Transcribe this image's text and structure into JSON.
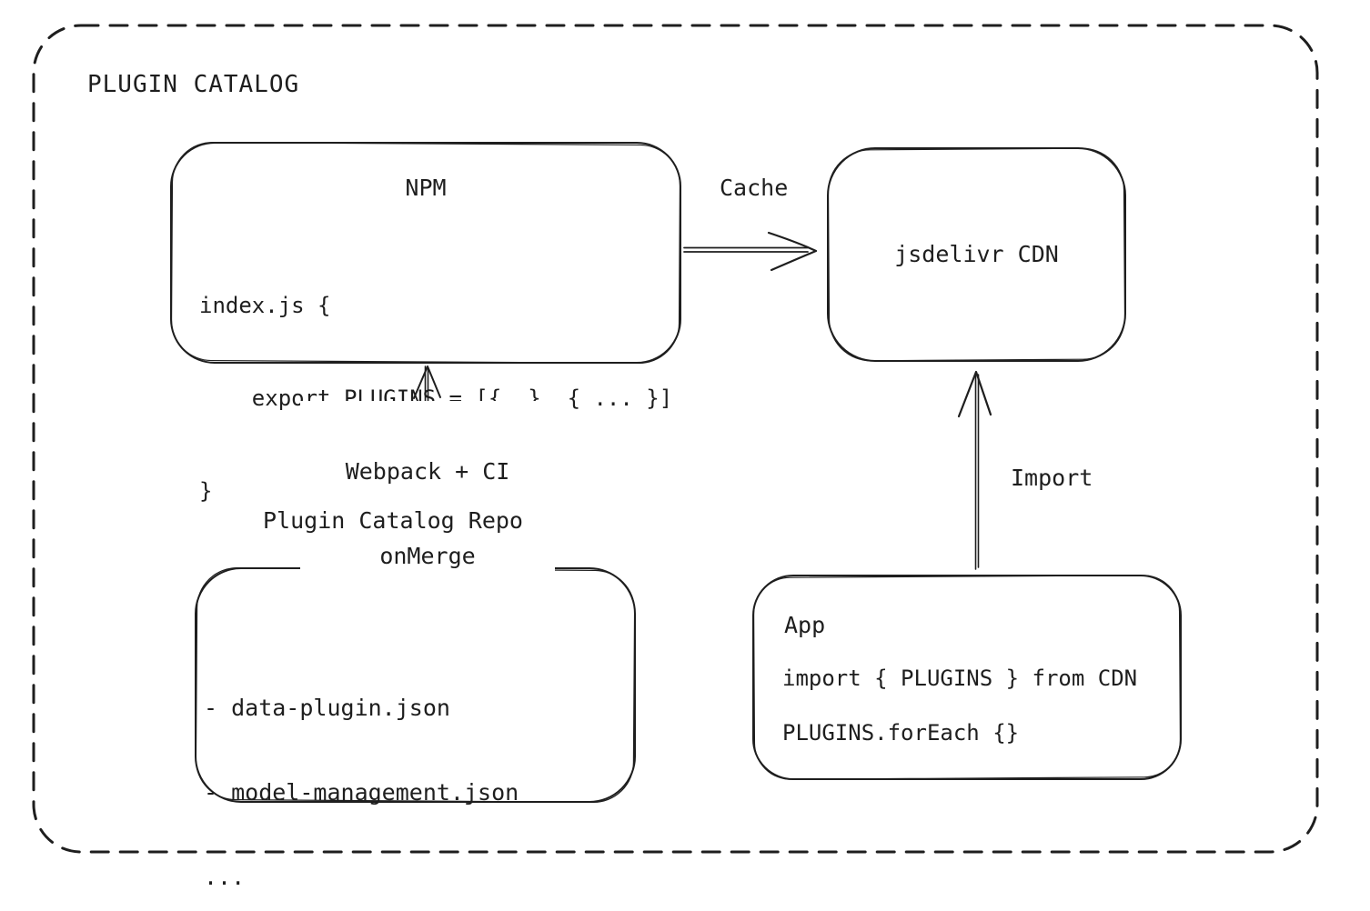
{
  "diagram": {
    "title": "PLUGIN CATALOG",
    "colors": {
      "stroke": "#1e1e1e",
      "background": "#ffffff"
    },
    "nodes": {
      "npm": {
        "title": "NPM",
        "code": [
          "index.js {",
          "    export PLUGINS = [{..}, { ... }]",
          "}"
        ]
      },
      "cdn": {
        "label": "jsdelivr CDN"
      },
      "repo": {
        "title": "Plugin Catalog Repo",
        "files": [
          "- data-plugin.json",
          "- model-management.json",
          "..."
        ]
      },
      "app": {
        "title": "App",
        "code": [
          "import { PLUGINS } from CDN",
          "PLUGINS.forEach {}"
        ]
      }
    },
    "edges": {
      "cache": {
        "label": "Cache",
        "from": "NPM",
        "to": "jsdelivr CDN"
      },
      "build": {
        "label": [
          "Webpack + CI",
          "onMerge"
        ],
        "from": "Plugin Catalog Repo",
        "to": "NPM"
      },
      "import": {
        "label": "Import",
        "from": "App",
        "to": "jsdelivr CDN"
      }
    }
  }
}
